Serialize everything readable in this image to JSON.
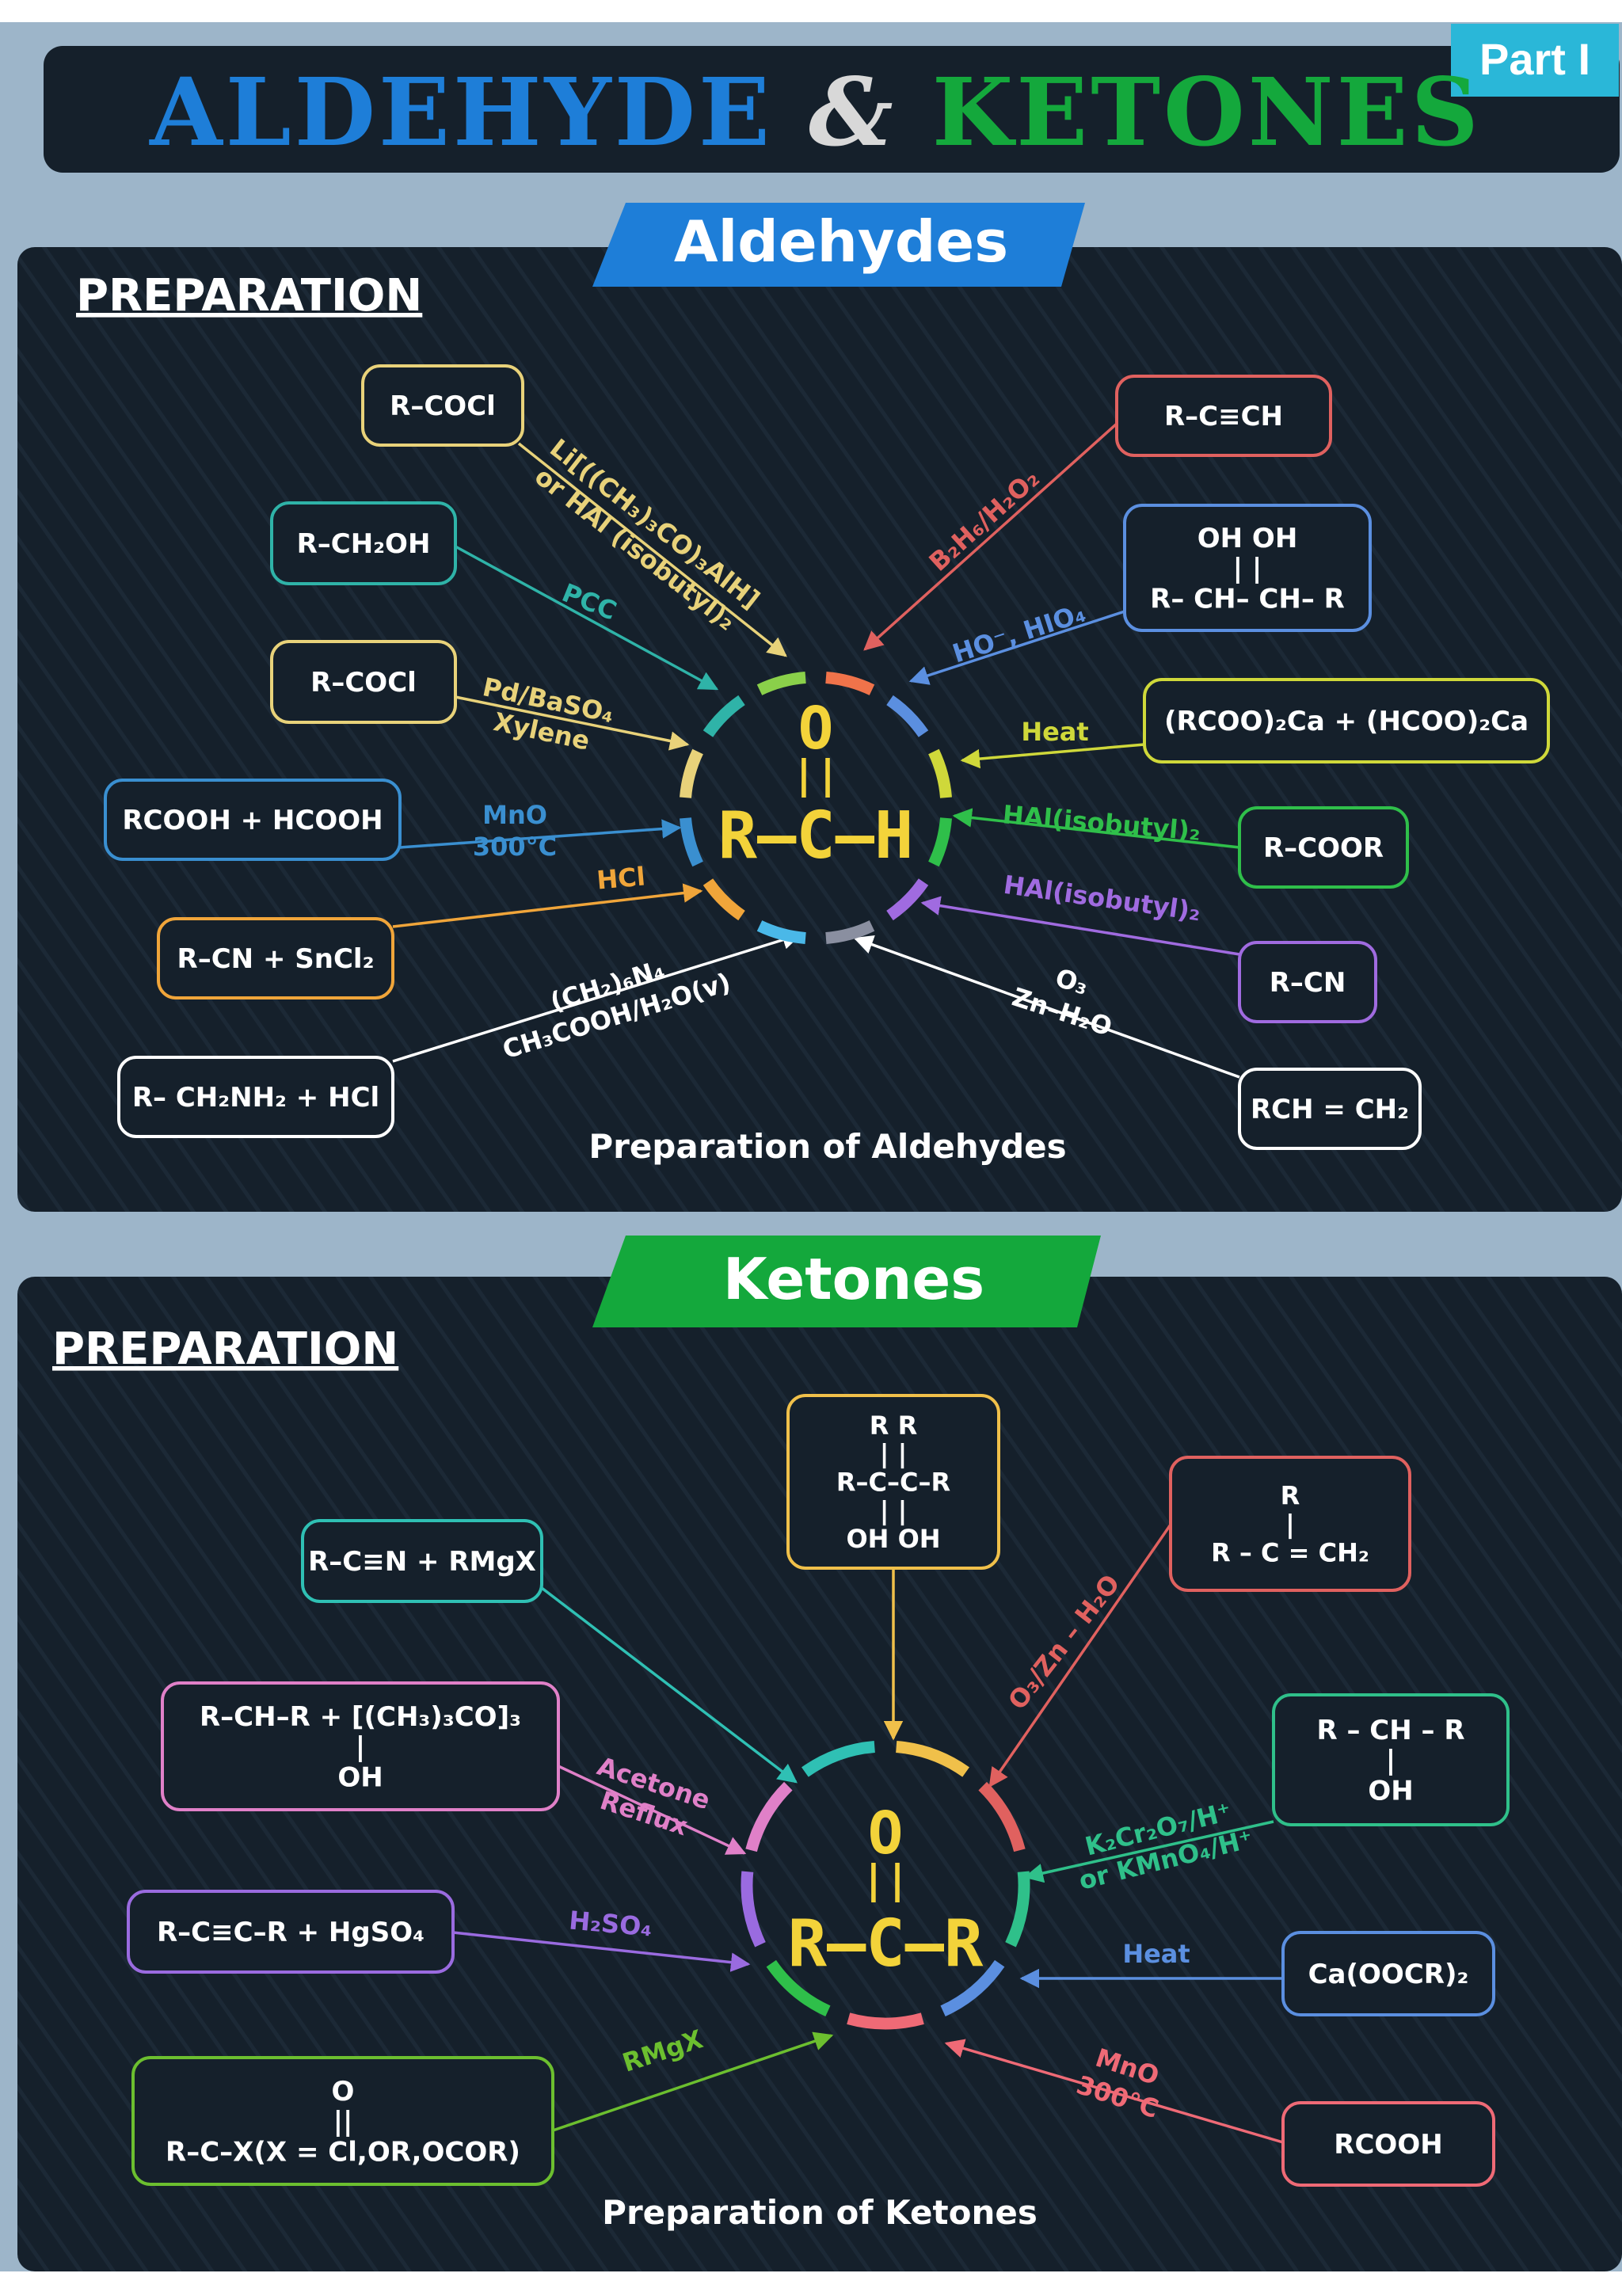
{
  "header": {
    "part_badge": "Part I",
    "title_left": "ALDEHYDE",
    "title_amp": "&",
    "title_right": "KETONES"
  },
  "colors": {
    "page_bg": "#ffffff",
    "frame_bg": "#9db5c9",
    "panel_bg": "#15202b",
    "blue_accent": "#1e7ed8",
    "green_accent": "#14a83c",
    "center_text": "#f3d33a"
  },
  "aldehydes": {
    "banner": "Aldehydes",
    "section_label": "PREPARATION",
    "caption": "Preparation of Aldehydes",
    "center": {
      "top": "O",
      "bond": "||",
      "formula": "R–C–H"
    },
    "reactants": [
      {
        "id": "r1",
        "text": "R–COCl",
        "color": "#e8d27a",
        "reagents": [
          "Li[((CH₃)₃CO)₃AlH]",
          "or HAl (isobutyl)₂"
        ],
        "reagent_color": "#e8d27a"
      },
      {
        "id": "r2",
        "text": "R–CH₂OH",
        "color": "#2fb3a8",
        "reagents": [
          "PCC"
        ],
        "reagent_color": "#2fb3a8"
      },
      {
        "id": "r3",
        "text": "R–COCl",
        "color": "#e8d27a",
        "reagents": [
          "Pd/BaSO₄",
          "Xylene"
        ],
        "reagent_color": "#e8d27a"
      },
      {
        "id": "r4",
        "text": "RCOOH + HCOOH",
        "color": "#3a8fd0",
        "reagents": [
          "MnO",
          "300°C"
        ],
        "reagent_color": "#3a8fd0"
      },
      {
        "id": "r5",
        "text": "R–CN + SnCl₂",
        "color": "#f0a53a",
        "reagents": [
          "HCl"
        ],
        "reagent_color": "#f0a53a"
      },
      {
        "id": "r6",
        "text": "R– CH₂NH₂ + HCl",
        "color": "#ffffff",
        "reagents": [
          "(CH₂)₆N₄",
          "CH₃COOH/H₂O(v)"
        ],
        "reagent_color": "#ffffff"
      },
      {
        "id": "r7",
        "text": "R–C≡CH",
        "color": "#e0615f",
        "reagents": [
          "B₂H₆/H₂O₂"
        ],
        "reagent_color": "#e0615f"
      },
      {
        "id": "r8",
        "lines": [
          "OH   OH",
          "|      |",
          "R– CH– CH– R"
        ],
        "color": "#5b8fe0",
        "reagents": [
          "HO⁻, HIO₄"
        ],
        "reagent_color": "#5b8fe0"
      },
      {
        "id": "r9",
        "text": "(RCOO)₂Ca + (HCOO)₂Ca",
        "color": "#cfd83a",
        "reagents": [
          "Heat"
        ],
        "reagent_color": "#cfd83a"
      },
      {
        "id": "r10",
        "text": "R–COOR",
        "color": "#2fbf4a",
        "reagents": [
          "HAl(isobutyl)₂"
        ],
        "reagent_color": "#2fbf4a"
      },
      {
        "id": "r11",
        "text": "R–CN",
        "color": "#a06be0",
        "reagents": [
          "HAl(isobutyl)₂"
        ],
        "reagent_color": "#a06be0"
      },
      {
        "id": "r12",
        "text": "RCH = CH₂",
        "color": "#ffffff",
        "reagents": [
          "O₃",
          "Zn–H₂O"
        ],
        "reagent_color": "#ffffff"
      }
    ]
  },
  "ketones": {
    "banner": "Ketones",
    "section_label": "PREPARATION",
    "caption": "Preparation of Ketones",
    "center": {
      "top": "O",
      "bond": "||",
      "formula": "R–C–R"
    },
    "reactants": [
      {
        "id": "k1",
        "lines": [
          "R   R",
          "|    |",
          "R–C–C–R",
          "|    |",
          "OH OH"
        ],
        "color": "#f0c04a",
        "reagents": [],
        "reagent_color": "#f0c04a"
      },
      {
        "id": "k2",
        "lines": [
          "R",
          "|",
          "R – C = CH₂"
        ],
        "color": "#e0615f",
        "reagents": [
          "O₃/Zn – H₂O"
        ],
        "reagent_color": "#e0615f"
      },
      {
        "id": "k3",
        "text": "R–C≡N + RMgX",
        "color": "#2fc0b4",
        "reagents": [],
        "reagent_color": "#2fc0b4"
      },
      {
        "id": "k4",
        "lines": [
          "R–CH–R + [(CH₃)₃CO]₃",
          "|",
          "OH"
        ],
        "color": "#e080c8",
        "reagents": [
          "Acetone",
          "Reflux"
        ],
        "reagent_color": "#e080c8"
      },
      {
        "id": "k5",
        "text": "R–C≡C–R + HgSO₄",
        "color": "#9a6be0",
        "reagents": [
          "H₂SO₄"
        ],
        "reagent_color": "#9a6be0"
      },
      {
        "id": "k6",
        "lines": [
          "O",
          "||",
          "R–C–X(X = Cl,OR,OCOR)"
        ],
        "color": "#6cbf2f",
        "reagents": [
          "RMgX"
        ],
        "reagent_color": "#6cbf2f"
      },
      {
        "id": "k7",
        "lines": [
          "R – CH – R",
          "|",
          "OH"
        ],
        "color": "#2fc08a",
        "reagents": [
          "K₂Cr₂O₇/H⁺",
          "or KMnO₄/H⁺"
        ],
        "reagent_color": "#2fc08a"
      },
      {
        "id": "k8",
        "text": "Ca(OOCR)₂",
        "color": "#5b8fe0",
        "reagents": [
          "Heat"
        ],
        "reagent_color": "#5b8fe0"
      },
      {
        "id": "k9",
        "text": "RCOOH",
        "color": "#ef6a76",
        "reagents": [
          "MnO",
          "300°C"
        ],
        "reagent_color": "#ef6a76"
      }
    ]
  }
}
